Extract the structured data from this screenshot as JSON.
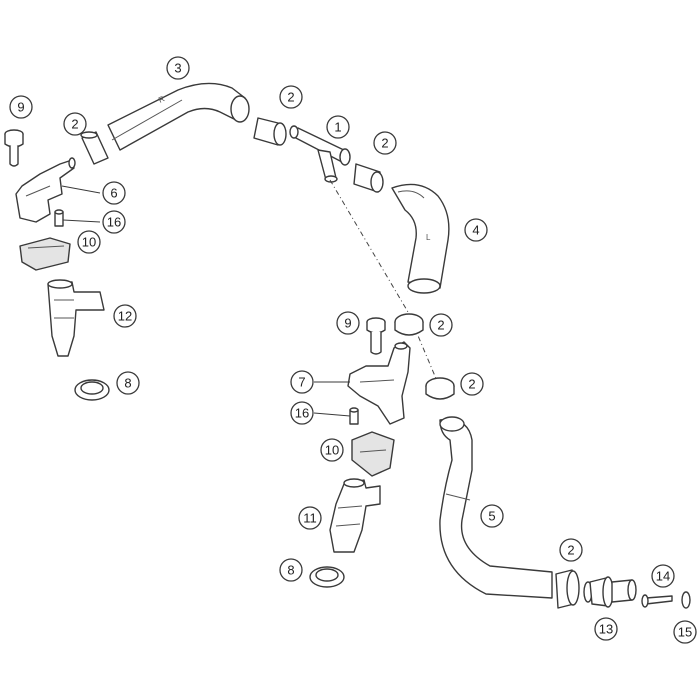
{
  "callouts": {
    "c1": "1",
    "c2a": "2",
    "c2b": "2",
    "c2c": "2",
    "c2d": "2",
    "c2e": "2",
    "c2f": "2",
    "c3": "3",
    "c4": "4",
    "c5": "5",
    "c6": "6",
    "c7": "7",
    "c8a": "8",
    "c8b": "8",
    "c9a": "9",
    "c9b": "9",
    "c10a": "10",
    "c10b": "10",
    "c11": "11",
    "c12": "12",
    "c13": "13",
    "c14": "14",
    "c15": "15",
    "c16a": "16",
    "c16b": "16"
  },
  "hose_markings": {
    "hose3": "R",
    "hose4": "L"
  }
}
